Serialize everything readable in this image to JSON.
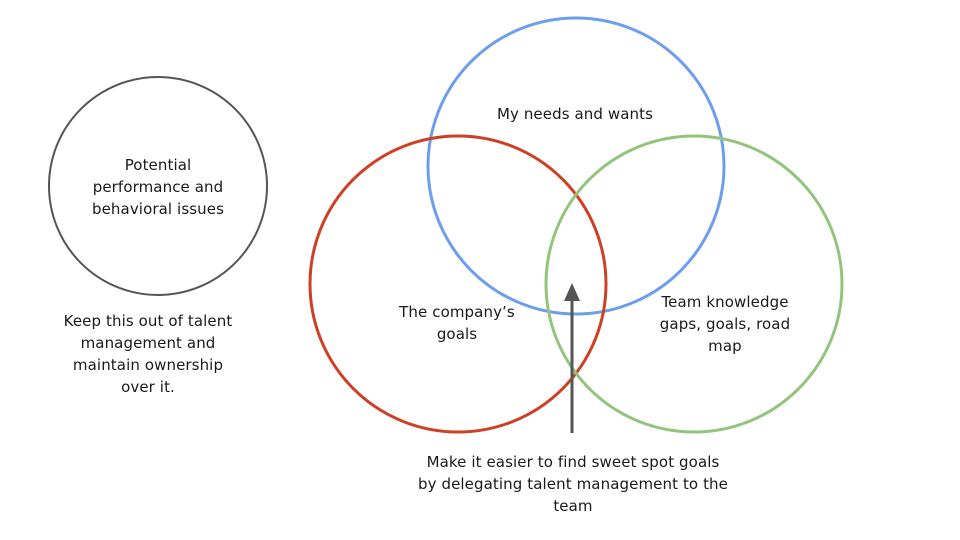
{
  "diagram": {
    "standalone_circle": {
      "label": "Potential\nperformance and\nbehavioral issues",
      "note": "Keep this out of talent\nmanagement and\nmaintain ownership\nover it.",
      "stroke": "#555555"
    },
    "venn": {
      "needs": {
        "label": "My needs and wants",
        "stroke": "#6d9eeb"
      },
      "company": {
        "label": "The company’s\ngoals",
        "stroke": "#cc4125"
      },
      "team": {
        "label": "Team knowledge\ngaps, goals, road\nmap",
        "stroke": "#93c47d"
      }
    },
    "arrow": {
      "label": "Make it easier to find sweet spot goals\nby delegating talent management to the\nteam",
      "color": "#555555"
    }
  }
}
